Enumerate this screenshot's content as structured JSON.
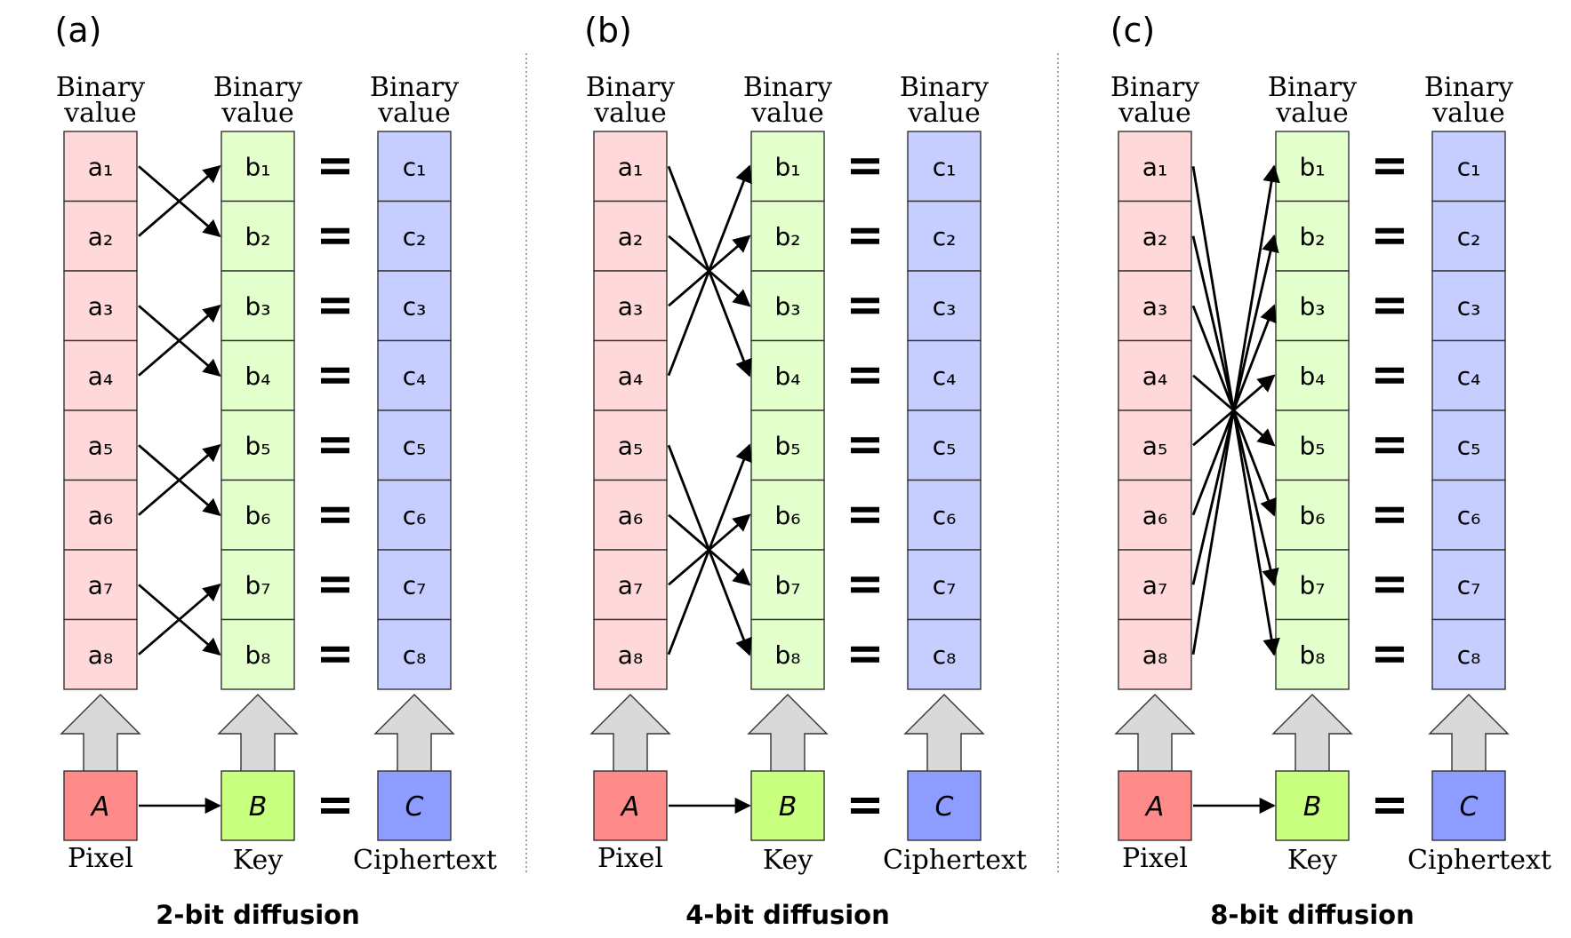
{
  "colors": {
    "pixel_fill": "#ffd9d9",
    "key_fill": "#e2ffcc",
    "cipher_fill": "#c6cdff",
    "pixel_big": "#ff8a8a",
    "key_big": "#c8ff7e",
    "cipher_big": "#8c9dff",
    "arrow_up_fill": "#d9d9d9",
    "stroke": "#333333"
  },
  "column_headers": {
    "pixel": [
      "Binary",
      "value"
    ],
    "key": [
      "Binary",
      "value"
    ],
    "cipher": [
      "Binary",
      "value"
    ]
  },
  "bottom_labels": {
    "pixel": "Pixel",
    "key": "Key",
    "cipher": "Ciphertext"
  },
  "big_letters": {
    "pixel": "A",
    "key": "B",
    "cipher": "C"
  },
  "equals_sign": "=",
  "pixel_bits": [
    "a₁",
    "a₂",
    "a₃",
    "a₄",
    "a₅",
    "a₆",
    "a₇",
    "a₈"
  ],
  "key_bits": [
    "b₁",
    "b₂",
    "b₃",
    "b₄",
    "b₅",
    "b₆",
    "b₇",
    "b₈"
  ],
  "cipher_bits": [
    "c₁",
    "c₂",
    "c₃",
    "c₄",
    "c₅",
    "c₆",
    "c₇",
    "c₈"
  ],
  "panels": [
    {
      "label": "(a)",
      "caption": "2-bit diffusion",
      "group_size": 2
    },
    {
      "label": "(b)",
      "caption": "4-bit diffusion",
      "group_size": 4
    },
    {
      "label": "(c)",
      "caption": "8-bit diffusion",
      "group_size": 8
    }
  ]
}
